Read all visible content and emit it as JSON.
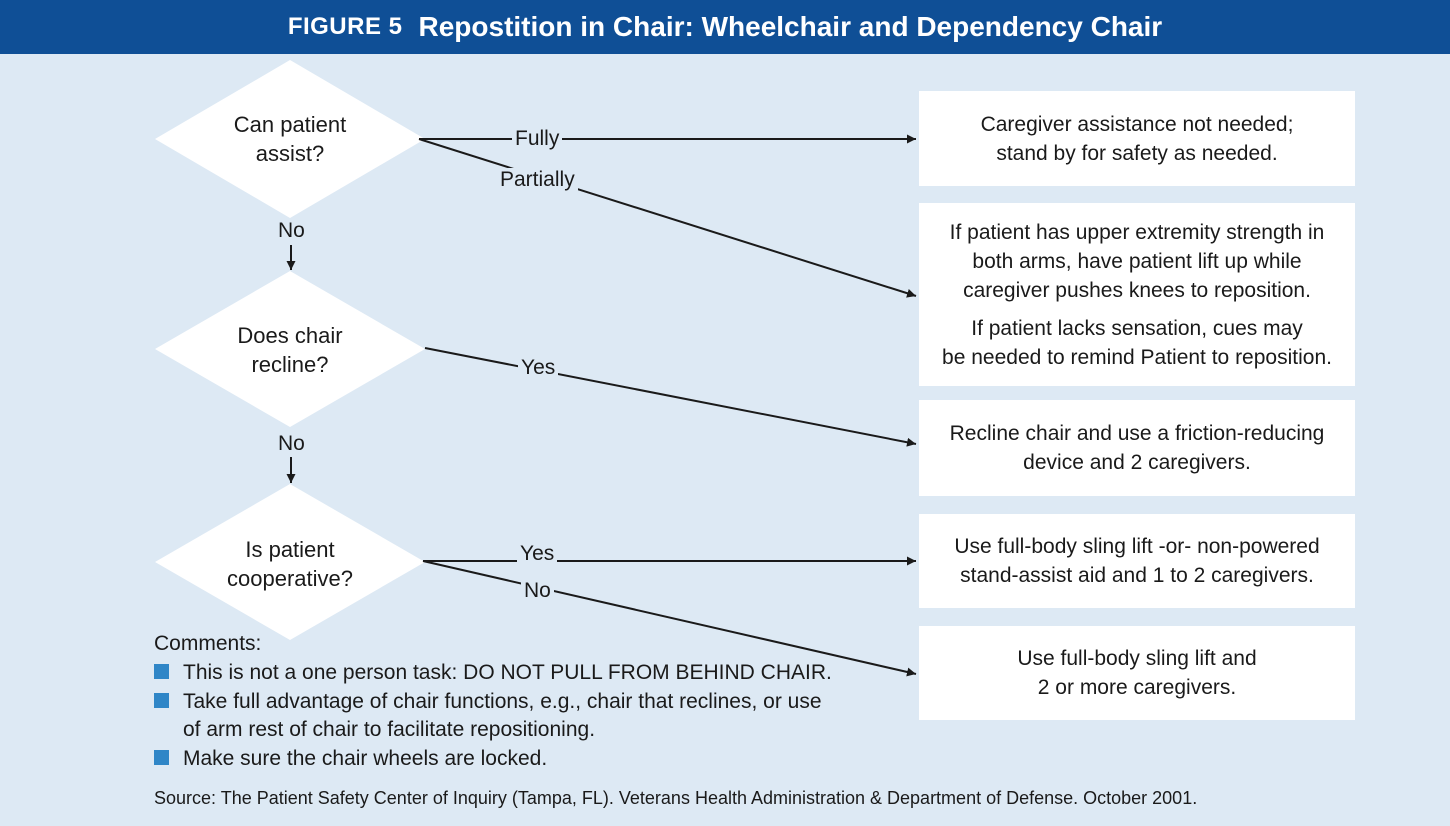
{
  "header": {
    "figure_label": "FIGURE 5",
    "title": "Repostition in Chair: Wheelchair and Dependency Chair",
    "background_color": "#0f4f96"
  },
  "decisions": [
    {
      "text": "Can patient\nassist?"
    },
    {
      "text": "Does chair\nrecline?"
    },
    {
      "text": "Is patient\ncooperative?"
    }
  ],
  "edge_labels": {
    "fully": "Fully",
    "partially": "Partially",
    "no1": "No",
    "yes2": "Yes",
    "no2": "No",
    "yes3": "Yes",
    "no3": "No"
  },
  "outcomes": [
    {
      "lines": [
        "Caregiver assistance not needed;",
        "stand by for safety as needed."
      ]
    },
    {
      "para1": [
        "If patient has upper extremity strength in",
        "both arms, have patient lift up while",
        "caregiver pushes knees to reposition."
      ],
      "para2": [
        "If patient lacks sensation, cues may",
        "be needed to remind Patient to reposition."
      ]
    },
    {
      "lines": [
        "Recline chair and use a friction-reducing",
        "device and 2 caregivers."
      ]
    },
    {
      "lines": [
        "Use full-body sling lift -or- non-powered",
        "stand-assist aid and 1 to 2 caregivers."
      ]
    },
    {
      "lines": [
        "Use full-body sling lift and",
        "2 or more caregivers."
      ]
    }
  ],
  "comments": {
    "title": "Comments:",
    "items": [
      "This is not a one person task: DO NOT PULL FROM BEHIND CHAIR.",
      "Take full advantage of chair functions, e.g., chair that reclines, or use of arm rest of chair to facilitate repositioning.",
      "Make sure the chair wheels are locked."
    ],
    "bullet_color": "#2f86c7"
  },
  "source": "Source: The Patient Safety Center of Inquiry (Tampa, FL). Veterans Health Administration & Department of Defense. October 2001."
}
